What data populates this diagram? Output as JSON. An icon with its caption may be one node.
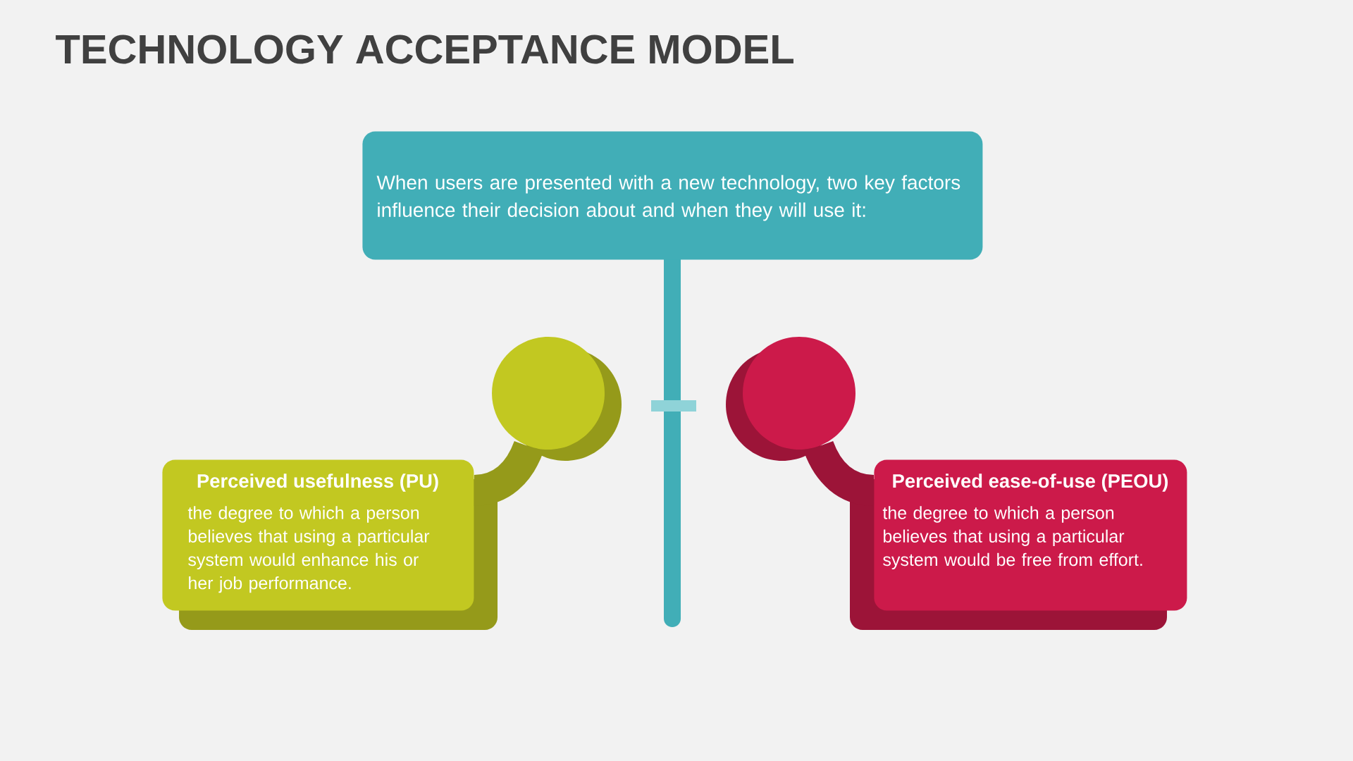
{
  "diagram": {
    "title": "TECHNOLOGY ACCEPTANCE MODEL",
    "nodes": [
      {
        "text": [
          "When users are presented with a new technology, two key factors influence their decision about and when they will use it:"
        ]
      },
      {
        "text": [],
        "shape": "circle"
      },
      {
        "text": [],
        "shape": "circle"
      },
      {
        "text": [
          "Perceived usefulness (PU)",
          "the degree to which a person believes that using a particular system would enhance his or her job performance."
        ]
      },
      {
        "text": [
          "Perceived ease-of-use (PEOU)",
          "the degree to which a person believes that using a particular system would be free from effort."
        ]
      }
    ],
    "edges": [
      {
        "from": 1,
        "to": 3,
        "arrow": "none",
        "color": "#959a1a"
      },
      {
        "from": 2,
        "to": 4,
        "arrow": "none",
        "color": "#9c1438"
      }
    ]
  }
}
